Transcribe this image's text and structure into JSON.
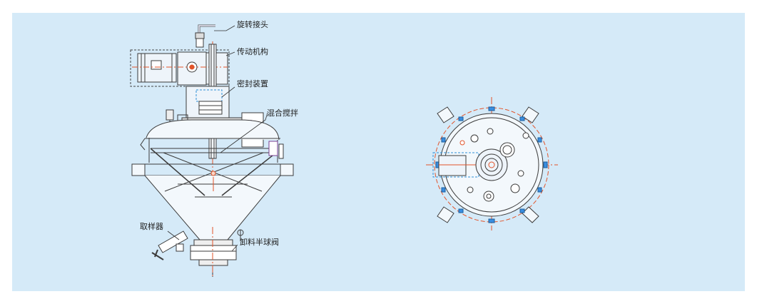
{
  "colors": {
    "background": "#d5eaf8",
    "page": "#ffffff",
    "line": "#3b3b3b",
    "centerline": "#e2542a",
    "accent_blue": "#2f8fd6",
    "flange_blue": "#3a8ee0",
    "accent_purple": "#7a3d8f"
  },
  "labels": {
    "rotary_joint": "旋转接头",
    "drive_mechanism": "传动机构",
    "seal_device": "密封装置",
    "mixing_agitator": "混合搅拌",
    "sampler": "取样器",
    "discharge_valve": "卸料半球阀"
  }
}
